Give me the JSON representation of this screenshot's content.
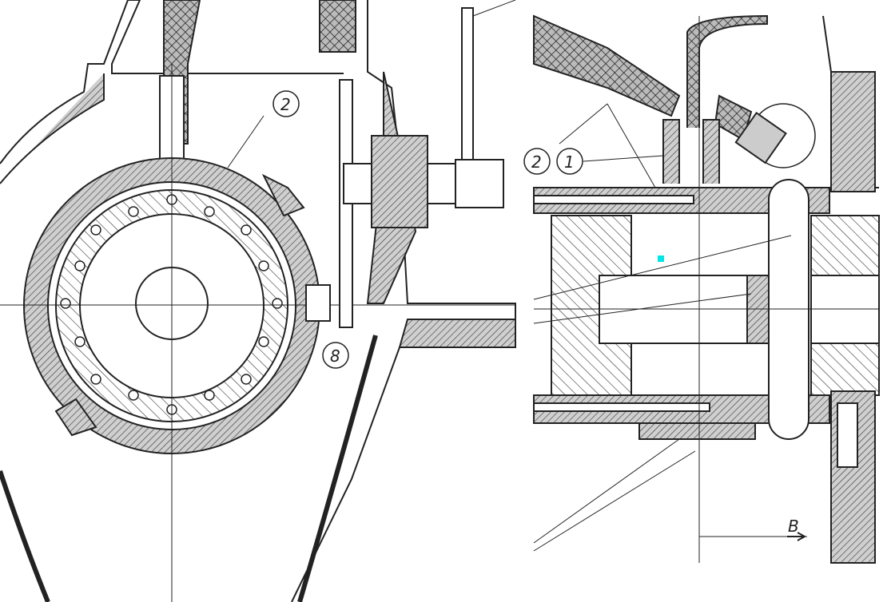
{
  "left_view": {
    "callouts": [
      {
        "id": "callout-2",
        "text": "2"
      },
      {
        "id": "callout-8",
        "text": "8"
      }
    ]
  },
  "right_view": {
    "callouts": [
      {
        "id": "callout-2",
        "text": "2"
      },
      {
        "id": "callout-1",
        "text": "1"
      }
    ],
    "section_marker": "B"
  },
  "colors": {
    "line": "#222222",
    "hatch_fill": "#c8c8c8",
    "paper": "#ffffff"
  }
}
